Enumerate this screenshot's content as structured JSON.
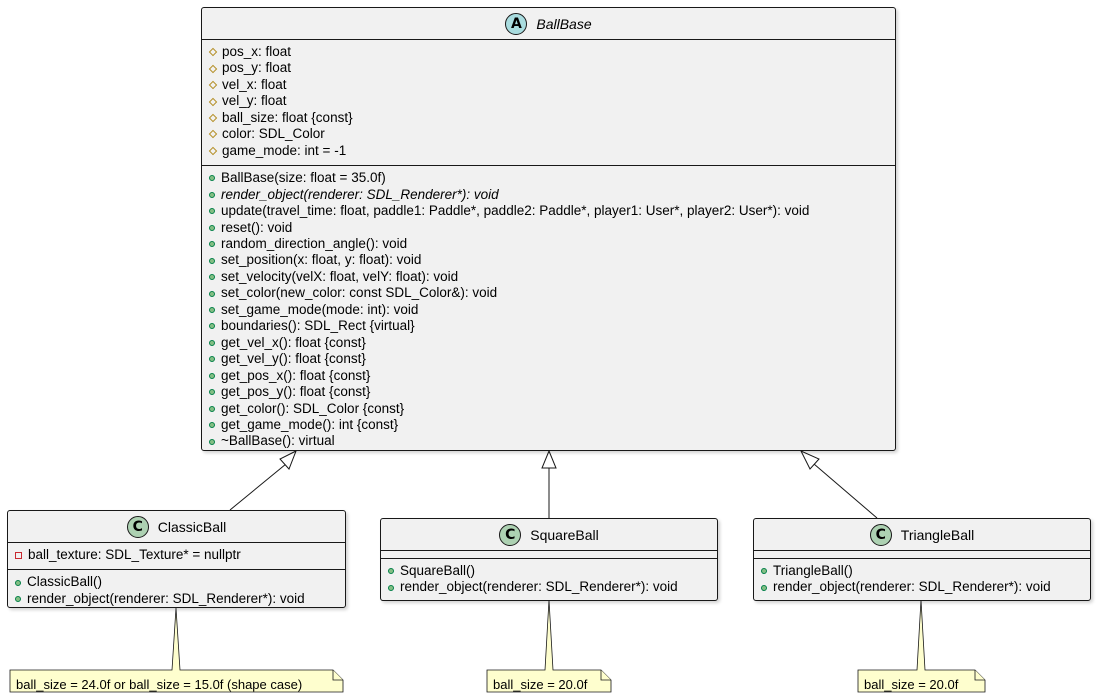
{
  "classes": {
    "ballbase": {
      "name": "BallBase",
      "stereotype": "A",
      "attributes": [
        {
          "vis": "prot",
          "text": "pos_x: float"
        },
        {
          "vis": "prot",
          "text": "pos_y: float"
        },
        {
          "vis": "prot",
          "text": "vel_x: float"
        },
        {
          "vis": "prot",
          "text": "vel_y: float"
        },
        {
          "vis": "prot",
          "text": "ball_size: float {const}"
        },
        {
          "vis": "prot",
          "text": "color: SDL_Color"
        },
        {
          "vis": "prot",
          "text": "game_mode: int = -1"
        }
      ],
      "methods": [
        {
          "vis": "pub",
          "text": "BallBase(size: float = 35.0f)"
        },
        {
          "vis": "pub",
          "text": "render_object(renderer: SDL_Renderer*): void",
          "italic": true
        },
        {
          "vis": "pub",
          "text": "update(travel_time: float, paddle1: Paddle*, paddle2: Paddle*, player1: User*, player2: User*): void"
        },
        {
          "vis": "pub",
          "text": "reset(): void"
        },
        {
          "vis": "pub",
          "text": "random_direction_angle(): void"
        },
        {
          "vis": "pub",
          "text": "set_position(x: float, y: float): void"
        },
        {
          "vis": "pub",
          "text": "set_velocity(velX: float, velY: float): void"
        },
        {
          "vis": "pub",
          "text": "set_color(new_color: const SDL_Color&): void"
        },
        {
          "vis": "pub",
          "text": "set_game_mode(mode: int): void"
        },
        {
          "vis": "pub",
          "text": "boundaries(): SDL_Rect {virtual}"
        },
        {
          "vis": "pub",
          "text": "get_vel_x(): float {const}"
        },
        {
          "vis": "pub",
          "text": "get_vel_y(): float {const}"
        },
        {
          "vis": "pub",
          "text": "get_pos_x(): float {const}"
        },
        {
          "vis": "pub",
          "text": "get_pos_y(): float {const}"
        },
        {
          "vis": "pub",
          "text": "get_color(): SDL_Color {const}"
        },
        {
          "vis": "pub",
          "text": "get_game_mode(): int {const}"
        },
        {
          "vis": "pub",
          "text": "~BallBase(): virtual"
        }
      ]
    },
    "classicball": {
      "name": "ClassicBall",
      "stereotype": "C",
      "attributes": [
        {
          "vis": "priv",
          "text": "ball_texture: SDL_Texture* = nullptr"
        }
      ],
      "methods": [
        {
          "vis": "pub",
          "text": "ClassicBall()"
        },
        {
          "vis": "pub",
          "text": "render_object(renderer: SDL_Renderer*): void"
        }
      ]
    },
    "squareball": {
      "name": "SquareBall",
      "stereotype": "C",
      "attributes": [],
      "methods": [
        {
          "vis": "pub",
          "text": "SquareBall()"
        },
        {
          "vis": "pub",
          "text": "render_object(renderer: SDL_Renderer*): void"
        }
      ]
    },
    "triangleball": {
      "name": "TriangleBall",
      "stereotype": "C",
      "attributes": [],
      "methods": [
        {
          "vis": "pub",
          "text": "TriangleBall()"
        },
        {
          "vis": "pub",
          "text": "render_object(renderer: SDL_Renderer*): void"
        }
      ]
    }
  },
  "notes": {
    "classic": "ball_size = 24.0f or ball_size = 15.0f (shape case)",
    "square": "ball_size = 20.0f",
    "triangle": "ball_size = 20.0f"
  },
  "colors": {
    "class_fill": "#f1f1f1",
    "abstract_badge": "#a9dcdf",
    "class_badge": "#add1b2",
    "note_fill": "#fefece",
    "public_marker": "#84be84",
    "protected_marker": "#b38d22",
    "private_marker": "#c82930"
  }
}
